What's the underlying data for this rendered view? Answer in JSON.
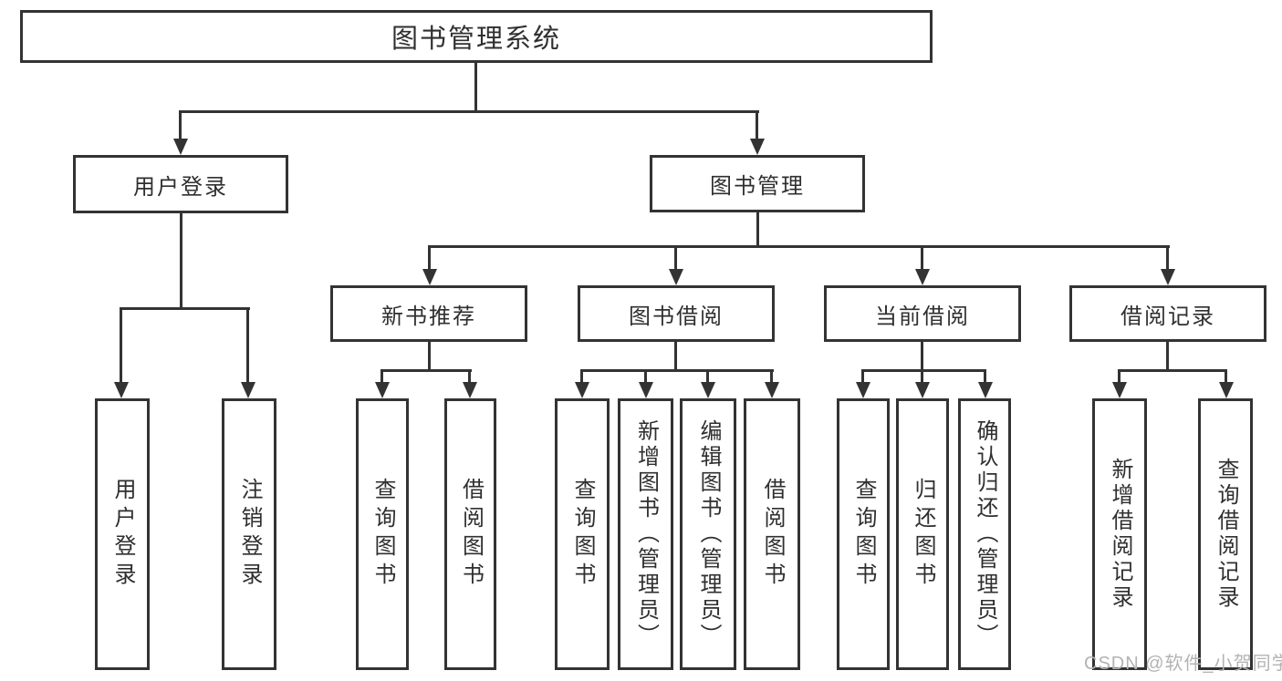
{
  "diagram_title": "图书管理系统",
  "tree": {
    "label": "图书管理系统",
    "children": [
      {
        "label": "用户登录",
        "children": [
          {
            "label": "用户登录"
          },
          {
            "label": "注销登录"
          }
        ]
      },
      {
        "label": "图书管理",
        "children": [
          {
            "label": "新书推荐",
            "children": [
              {
                "label": "查询图书"
              },
              {
                "label": "借阅图书"
              }
            ]
          },
          {
            "label": "图书借阅",
            "children": [
              {
                "label": "查询图书"
              },
              {
                "label": "新增图书（管理员）"
              },
              {
                "label": "编辑图书（管理员）"
              },
              {
                "label": "借阅图书"
              }
            ]
          },
          {
            "label": "当前借阅",
            "children": [
              {
                "label": "查询图书"
              },
              {
                "label": "归还图书"
              },
              {
                "label": "确认归还（管理员）"
              }
            ]
          },
          {
            "label": "借阅记录",
            "children": [
              {
                "label": "新增借阅记录"
              },
              {
                "label": "查询借阅记录"
              }
            ]
          }
        ]
      }
    ]
  },
  "watermark": {
    "text": "CSDN @软件_小贺同学",
    "color": "#b3b3b3"
  },
  "colors": {
    "line": "#333333",
    "box_border": "#333333",
    "text": "#2f2f2f",
    "background": "#ffffff"
  }
}
